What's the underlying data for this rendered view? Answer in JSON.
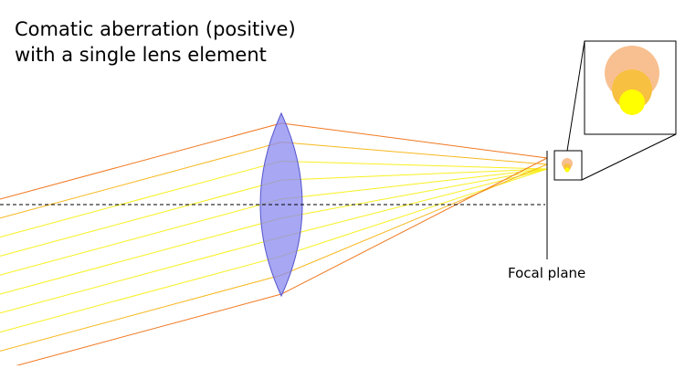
{
  "title": {
    "line1": "Comatic aberration (positive)",
    "line2": "with a single lens element"
  },
  "labels": {
    "focal_plane": "Focal plane"
  },
  "colors": {
    "background": "#ffffff",
    "lens_fill": "#8a8af0",
    "lens_stroke": "#5555cc",
    "ray_outer": "#f07820",
    "ray_middle": "#f8b820",
    "ray_inner": "#f8f020",
    "spot_outer": "#f8c090",
    "spot_middle": "#f8c040",
    "spot_inner": "#ffff00",
    "axis": "#000000"
  },
  "rays": [
    {
      "zone": "outer",
      "color_key": "ray_outer"
    },
    {
      "zone": "middle",
      "color_key": "ray_middle"
    },
    {
      "zone": "inner",
      "color_key": "ray_inner"
    },
    {
      "zone": "inner",
      "color_key": "ray_inner"
    },
    {
      "zone": "inner",
      "color_key": "ray_inner"
    },
    {
      "zone": "inner",
      "color_key": "ray_inner"
    },
    {
      "zone": "inner",
      "color_key": "ray_inner"
    },
    {
      "zone": "inner",
      "color_key": "ray_inner"
    },
    {
      "zone": "middle",
      "color_key": "ray_middle"
    },
    {
      "zone": "outer",
      "color_key": "ray_outer"
    }
  ]
}
